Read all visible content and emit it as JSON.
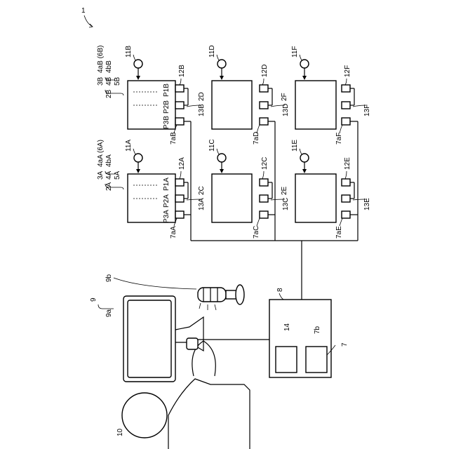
{
  "labels": {
    "fig_ref": "1",
    "sensor_11A": "11A",
    "sensor_11B": "11B",
    "sensor_11C": "11C",
    "sensor_11D": "11D",
    "sensor_11E": "11E",
    "sensor_11F": "11F",
    "conn_12A": "12A",
    "conn_12B": "12B",
    "conn_12C": "12C",
    "conn_12D": "12D",
    "conn_12E": "12E",
    "conn_12F": "12F",
    "conn_13A": "13A",
    "conn_13B": "13B",
    "conn_13C": "13C",
    "conn_13D": "13D",
    "conn_13E": "13E",
    "conn_13F": "13F",
    "conn_7aA": "7aA",
    "conn_7aB": "7aB",
    "conn_7aC": "7aC",
    "conn_7aD": "7aD",
    "conn_7aE": "7aE",
    "conn_7aF": "7aF",
    "unit_2A": "2A",
    "unit_2B": "2B",
    "unit_2C": "2C",
    "unit_2D": "2D",
    "unit_2E": "2E",
    "unit_2F": "2F",
    "tag_3A": "3A",
    "tag_4A": "4A",
    "tag_5A": "5A",
    "tag_4aA": "4aA (6A)",
    "tag_4bA": "4bA",
    "tag_3B": "3B",
    "tag_4B": "4B",
    "tag_5B": "5B",
    "tag_4aB": "4aB (6B)",
    "tag_4bB": "4bB",
    "p1a": "P1A",
    "p2a": "P2A",
    "p3a": "P3A",
    "p1b": "P1B",
    "p2b": "P2B",
    "p3b": "P3B",
    "ctrl_8": "8",
    "mod_14": "14",
    "mod_7b": "7b",
    "ref_7": "7",
    "display_9": "9",
    "display_9a": "9a",
    "display_9b": "9b",
    "person_10": "10"
  }
}
